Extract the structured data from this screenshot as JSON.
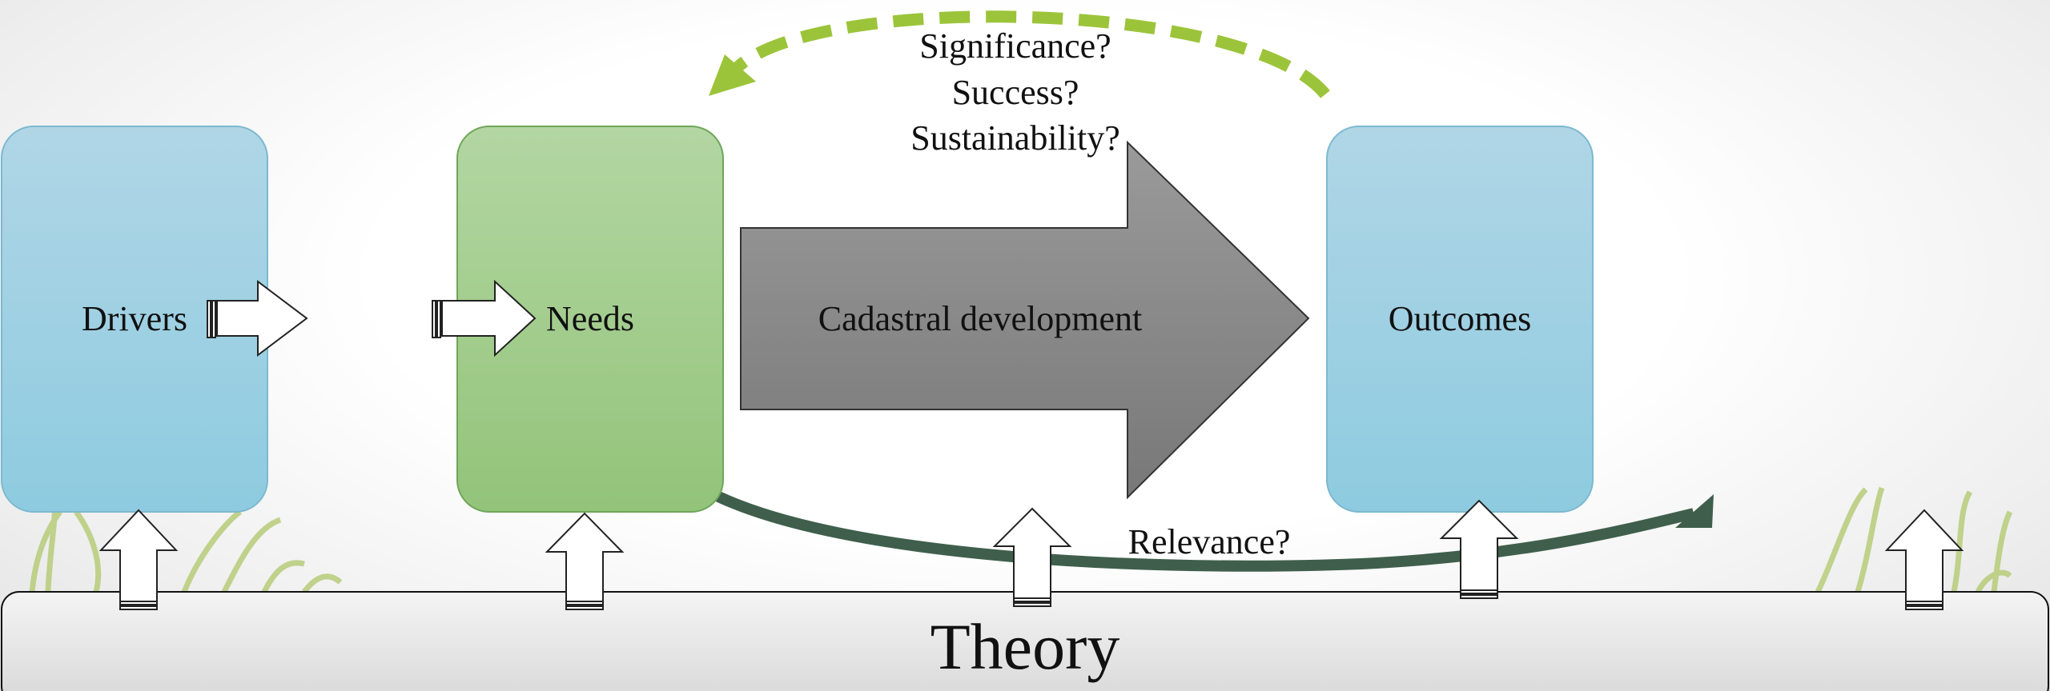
{
  "boxes": {
    "drivers": "Drivers",
    "needs": "Needs",
    "outcomes": "Outcomes"
  },
  "process_arrow": "Cadastral development",
  "feedback_questions": [
    "Significance?",
    "Success?",
    "Sustainability?"
  ],
  "relevance_label": "Relevance?",
  "theory_label": "Theory",
  "colors": {
    "blue_box": "#a9d3e6",
    "green_box": "#9fcc89",
    "grey_arrow": "#8a8a8a",
    "dashed_arrow": "#9cc43a",
    "curve_arrow": "#3f5f4c",
    "theory_bar": "#e8e8e8"
  }
}
